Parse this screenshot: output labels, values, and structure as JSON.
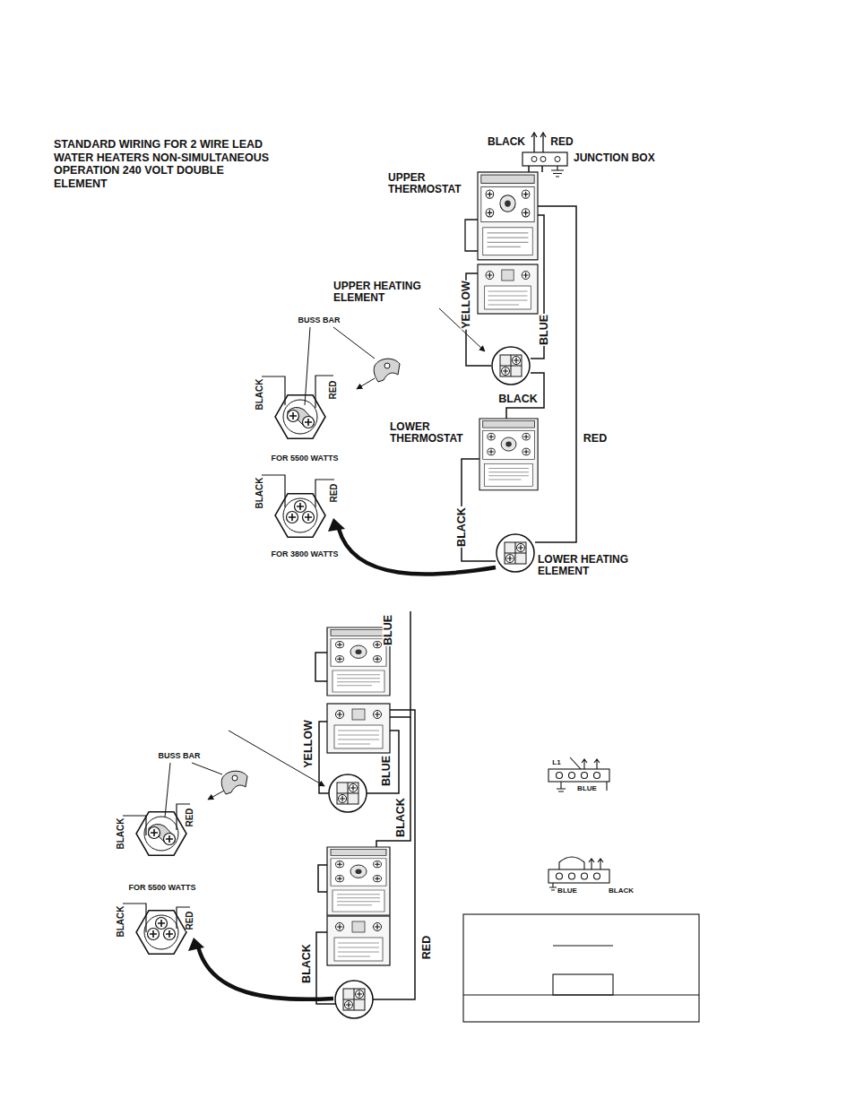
{
  "diagram": {
    "title": "STANDARD WIRING FOR 2 WIRE LEAD WATER HEATERS NON-SIMULTANEOUS OPERATION 240 VOLT DOUBLE ELEMENT",
    "nodes": [
      {
        "text": [
          "JUNCTION BOX"
        ]
      },
      {
        "text": [
          "UPPER THERMOSTAT"
        ]
      },
      {
        "text": [
          "UPPER HEATING ELEMENT"
        ]
      },
      {
        "text": [
          "LOWER THERMOSTAT"
        ]
      },
      {
        "text": [
          "LOWER HEATING ELEMENT"
        ]
      }
    ],
    "edges": [
      {
        "from": 0,
        "to": 1,
        "arrow": "none"
      },
      {
        "from": 1,
        "to": 2,
        "label": "YELLOW",
        "arrow": "none"
      },
      {
        "from": 1,
        "to": 2,
        "label": "BLUE",
        "arrow": "none"
      },
      {
        "from": 2,
        "to": 3,
        "label": "BLACK",
        "arrow": "none"
      },
      {
        "from": 3,
        "to": 4,
        "label": "BLACK",
        "arrow": "none"
      },
      {
        "from": 1,
        "to": 4,
        "label": "RED",
        "arrow": "none"
      }
    ],
    "labels": [
      "BLACK",
      "RED",
      "BUSS BAR",
      "BLACK",
      "RED",
      "FOR 5500 WATTS",
      "BLACK",
      "RED",
      "FOR 3800 WATTS",
      "BLUE",
      "YELLOW",
      "BLUE",
      "BUSS BAR",
      "BLACK",
      "RED",
      "BLACK",
      "FOR 5500 WATTS",
      "BLACK",
      "RED",
      "BLACK",
      "RED",
      "L1",
      "BLUE",
      "BLUE",
      "BLACK"
    ]
  }
}
